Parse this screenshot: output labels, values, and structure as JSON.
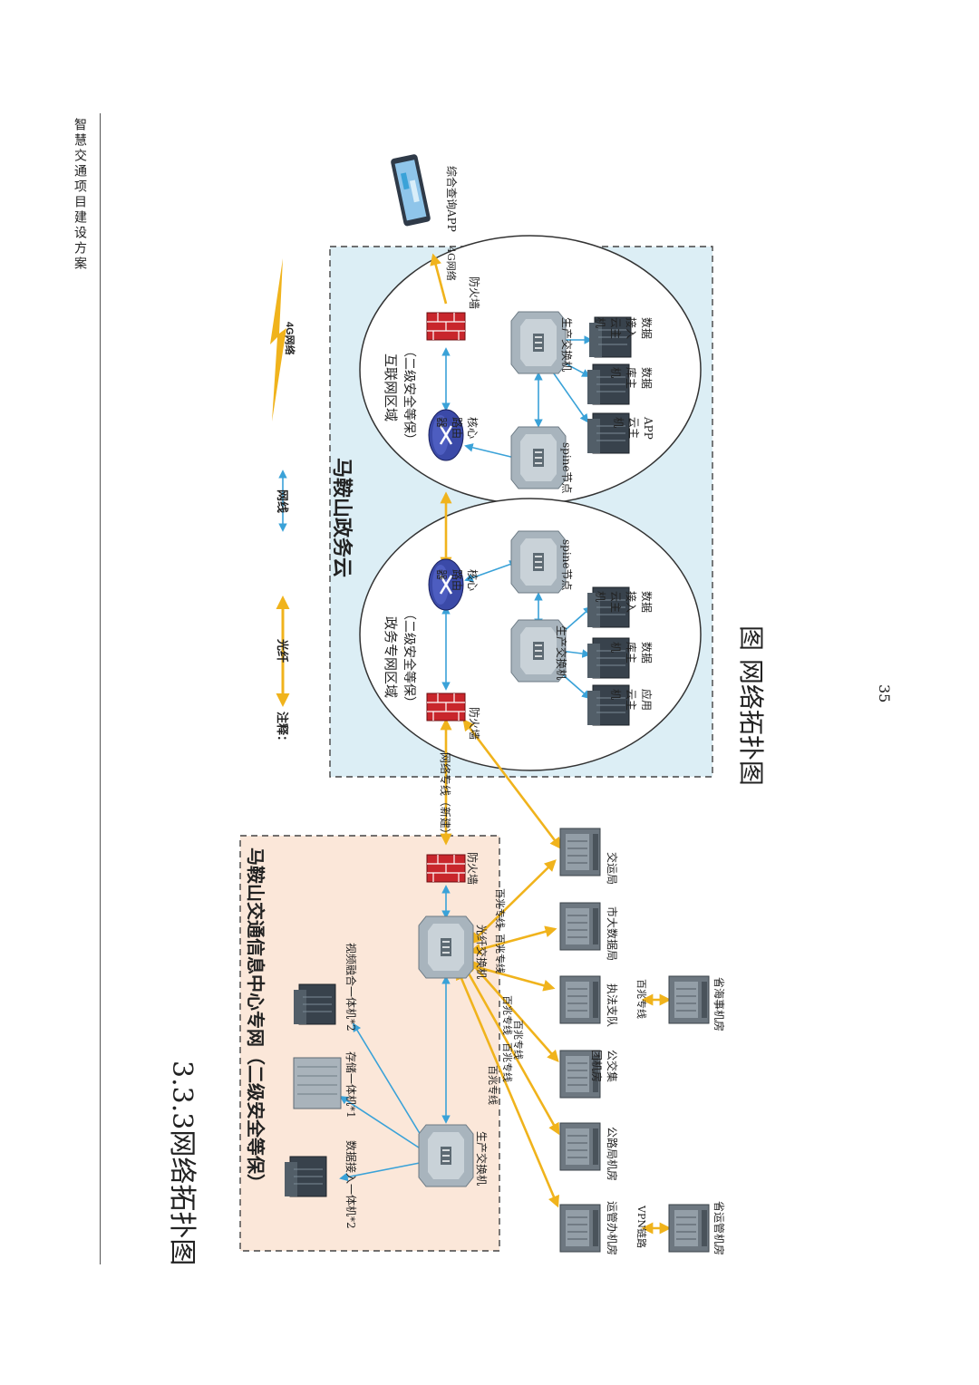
{
  "header": {
    "doc_title": "智慧交通项目建设方案"
  },
  "page_number": "35",
  "section_heading": "3.3.3网络拓扑图",
  "figure_caption": "图 网络拓扑图",
  "legend": {
    "note": "注释：",
    "fiber": "光纤",
    "network_cable": "网线",
    "g4": "4G网络"
  },
  "cloud": {
    "title": "马鞍山政务云",
    "internet_zone": {
      "title": "互联网区域",
      "sub": "（二级安全等保）",
      "router": "核心路由器",
      "firewall": "防火墙",
      "spine": "spine节点",
      "switch": "生产交换机",
      "hosts": [
        "APP云主机",
        "数据库主机",
        "数据接入云主机"
      ]
    },
    "gov_zone": {
      "title": "政务专网区域",
      "sub": "（二级安全等保）",
      "router": "核心路由器",
      "firewall": "防火墙",
      "spine": "spine节点",
      "switch": "生产交换机",
      "hosts": [
        "应用云主机",
        "数据库主机",
        "数据接入云主机"
      ]
    }
  },
  "app": {
    "label": "综合查询APP",
    "link": "4G网络"
  },
  "private_net": {
    "title": "马鞍山交通信息中心专网（二级安全等保）",
    "firewall": "防火墙",
    "fiber_switch": "光纤交换机",
    "prod_switch": "生产交换机",
    "devices": [
      "数据接入一体机*2",
      "存储一体机*1",
      "视频融合一体机*2"
    ],
    "dedicated_line": "网络专线（新建）"
  },
  "sites": {
    "bottom_row": [
      "运管办机房",
      "公路局机房",
      "公交集团机房",
      "执法支队",
      "市大数据局",
      "交运局"
    ],
    "provincial": [
      "省运管机房",
      "省海事机房"
    ],
    "links": {
      "vpn": "VPN链路",
      "mbps_line": "百兆专线"
    },
    "line_labels": [
      "百兆专线",
      "百兆专线",
      "百兆专线",
      "百兆专线",
      "百兆专线",
      "百兆专线"
    ]
  },
  "colors": {
    "fiber": "#f0b31c",
    "cable": "#3aa2d8",
    "cloud_bg": "#dceef5",
    "private_bg": "#fbe7d9"
  },
  "icons": {
    "firewall": "firewall-icon",
    "router": "router-icon",
    "switch": "switch-icon",
    "server": "server-icon",
    "tablet": "tablet-icon",
    "lightning": "lightning-icon"
  }
}
